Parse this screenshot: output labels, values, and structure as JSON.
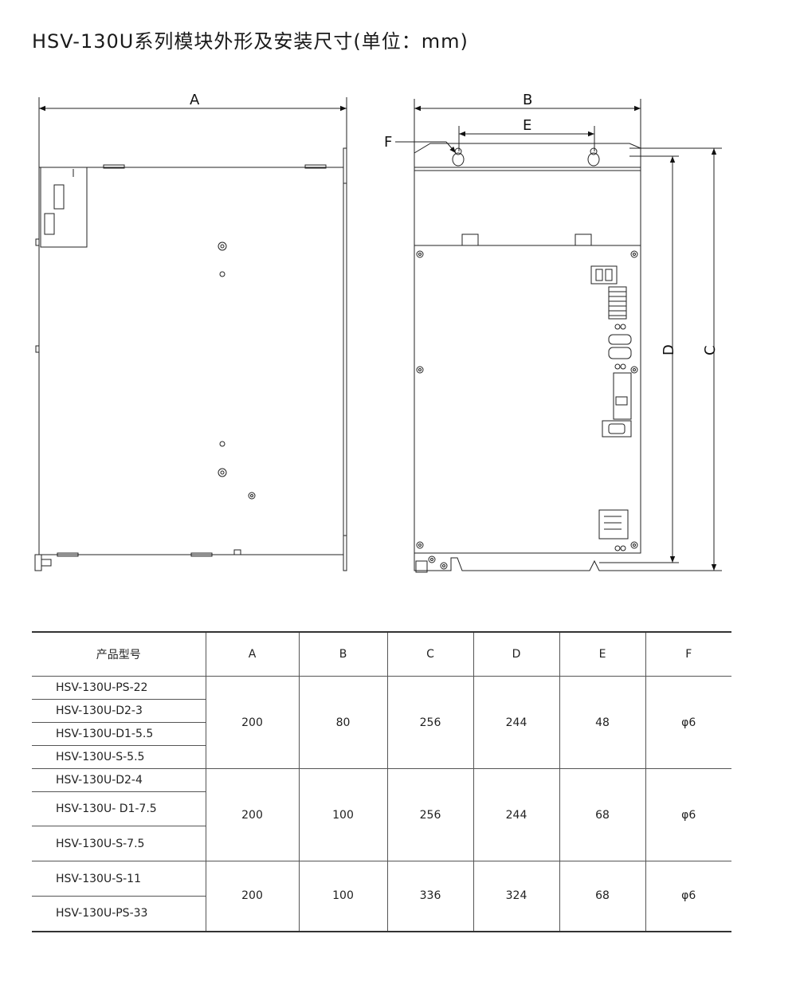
{
  "title": "HSV-130U系列模块外形及安装尺寸(单位：mm)",
  "drawing": {
    "dimension_labels": [
      "A",
      "B",
      "E",
      "F",
      "D",
      "C"
    ]
  },
  "table": {
    "headers": [
      "产品型号",
      "A",
      "B",
      "C",
      "D",
      "E",
      "F"
    ],
    "groups": [
      {
        "models": [
          "HSV-130U-PS-22",
          "HSV-130U-D2-3",
          "HSV-130U-D1-5.5",
          "HSV-130U-S-5.5"
        ],
        "A": "200",
        "B": "80",
        "C": "256",
        "D": "244",
        "E": "48",
        "F": "φ6"
      },
      {
        "models": [
          "HSV-130U-D2-4",
          "HSV-130U- D1-7.5",
          "HSV-130U-S-7.5"
        ],
        "A": "200",
        "B": "100",
        "C": "256",
        "D": "244",
        "E": "68",
        "F": "φ6"
      },
      {
        "models": [
          "HSV-130U-S-11",
          "HSV-130U-PS-33"
        ],
        "A": "200",
        "B": "100",
        "C": "336",
        "D": "324",
        "E": "68",
        "F": "φ6"
      }
    ]
  }
}
